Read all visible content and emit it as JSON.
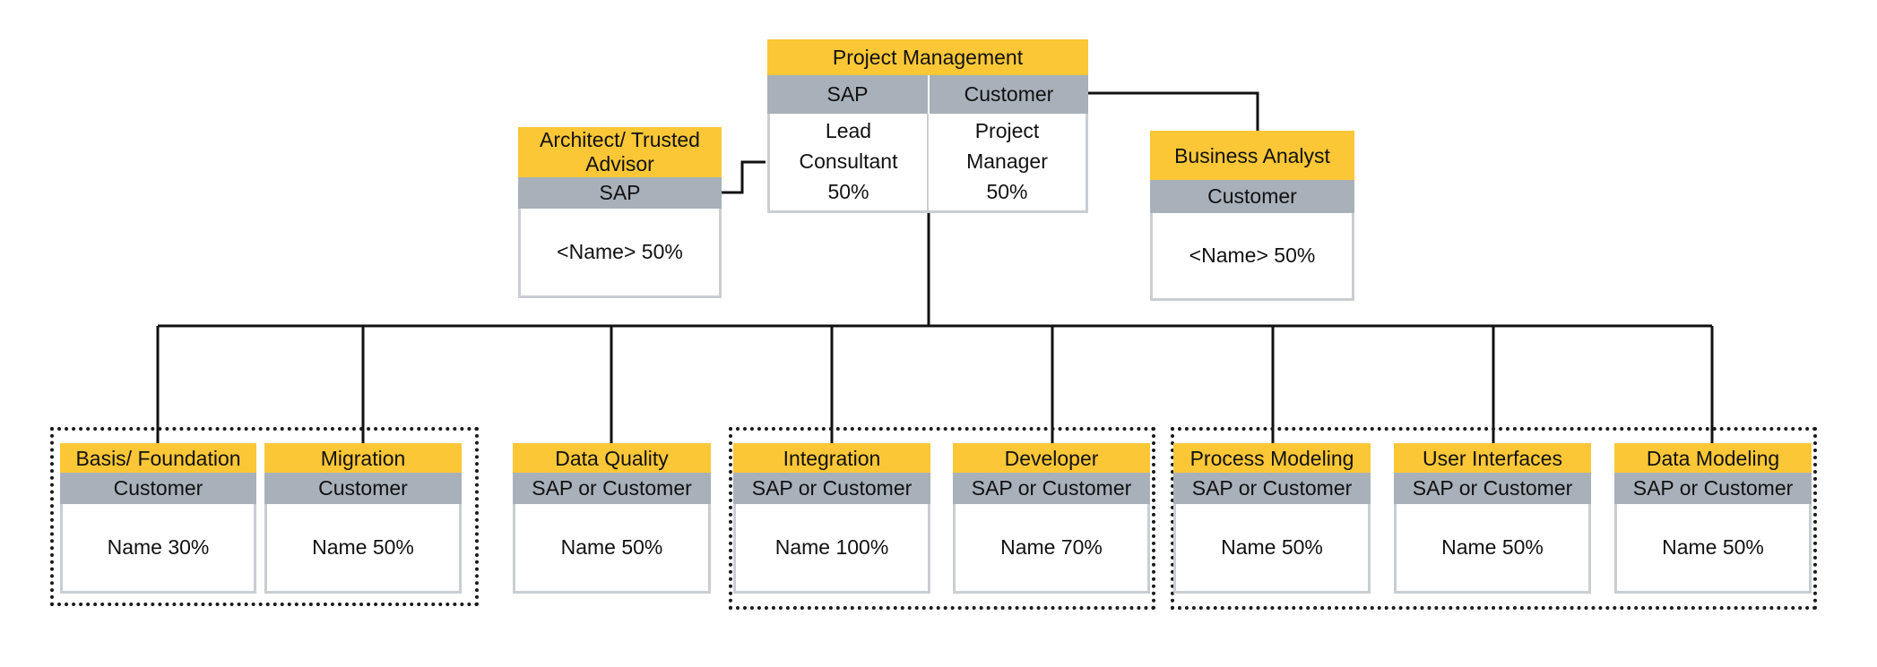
{
  "top": {
    "title": "Project Management",
    "left": {
      "org": "SAP",
      "role_line1": "Lead",
      "role_line2": "Consultant",
      "pct": "50%"
    },
    "right": {
      "org": "Customer",
      "role_line1": "Project",
      "role_line2": "Manager",
      "pct": "50%"
    }
  },
  "architect": {
    "title_line1": "Architect/ Trusted",
    "title_line2": "Advisor",
    "org": "SAP",
    "body": "<Name> 50%"
  },
  "analyst": {
    "title": "Business Analyst",
    "org": "Customer",
    "body": "<Name> 50%"
  },
  "teams": [
    {
      "title": "Basis/ Foundation",
      "org": "Customer",
      "body": "Name 30%"
    },
    {
      "title": "Migration",
      "org": "Customer",
      "body": "Name 50%"
    },
    {
      "title": "Data Quality",
      "org": "SAP or Customer",
      "body": "Name 50%"
    },
    {
      "title": "Integration",
      "org": "SAP or Customer",
      "body": "Name 100%"
    },
    {
      "title": "Developer",
      "org": "SAP or Customer",
      "body": "Name 70%"
    },
    {
      "title": "Process Modeling",
      "org": "SAP or Customer",
      "body": "Name 50%"
    },
    {
      "title": "User Interfaces",
      "org": "SAP or Customer",
      "body": "Name 50%"
    },
    {
      "title": "Data Modeling",
      "org": "SAP or Customer",
      "body": "Name 50%"
    }
  ],
  "colors": {
    "header": "#fbc737",
    "subheader": "#a8b1ba",
    "border": "#c9ced3",
    "line": "#111111"
  }
}
